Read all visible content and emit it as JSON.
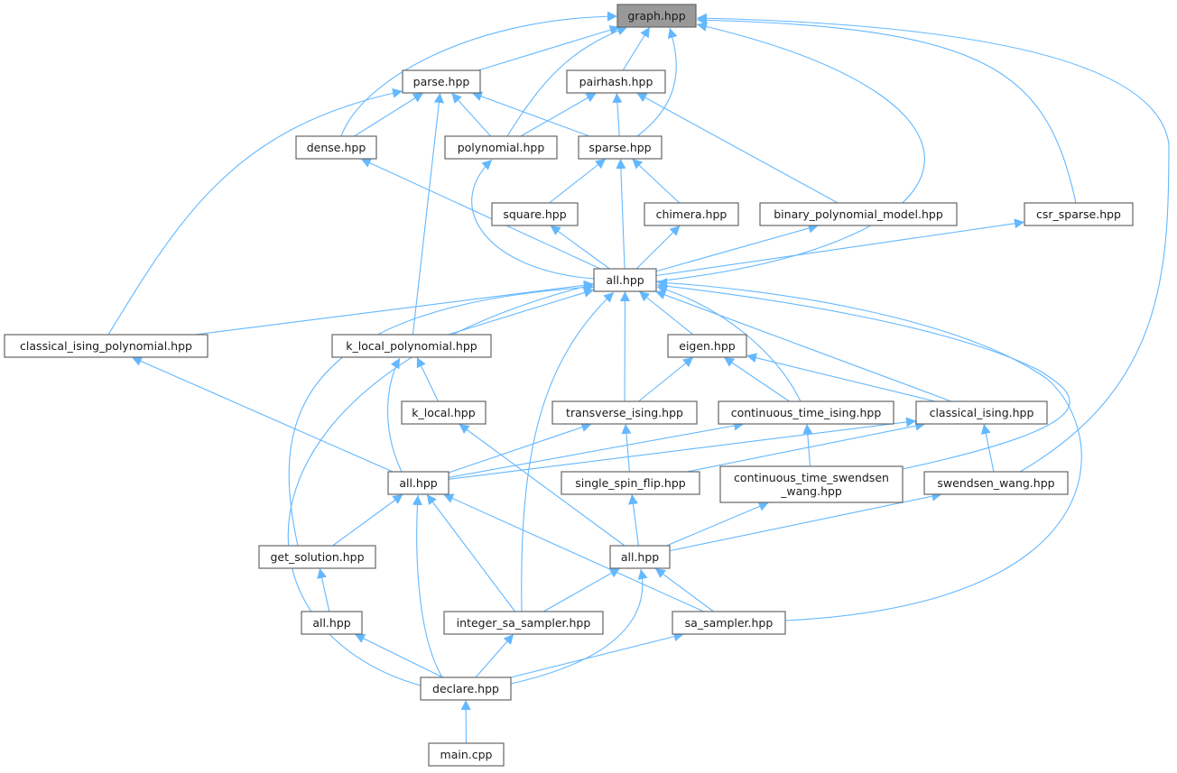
{
  "title": "graph.hpp",
  "colors": {
    "edge": "#63b8ff",
    "root_fill": "#999999",
    "node_border": "#666666"
  },
  "nodes": {
    "graph": {
      "label": "graph.hpp"
    },
    "parse": {
      "label": "parse.hpp"
    },
    "pairhash": {
      "label": "pairhash.hpp"
    },
    "dense": {
      "label": "dense.hpp"
    },
    "polynomial": {
      "label": "polynomial.hpp"
    },
    "sparse": {
      "label": "sparse.hpp"
    },
    "square": {
      "label": "square.hpp"
    },
    "chimera": {
      "label": "chimera.hpp"
    },
    "bpm": {
      "label": "binary_polynomial_model.hpp"
    },
    "csr": {
      "label": "csr_sparse.hpp"
    },
    "all1": {
      "label": "all.hpp"
    },
    "cip": {
      "label": "classical_ising_polynomial.hpp"
    },
    "klp": {
      "label": "k_local_polynomial.hpp"
    },
    "eigen": {
      "label": "eigen.hpp"
    },
    "klocal": {
      "label": "k_local.hpp"
    },
    "tising": {
      "label": "transverse_ising.hpp"
    },
    "ctising": {
      "label": "continuous_time_ising.hpp"
    },
    "cising": {
      "label": "classical_ising.hpp"
    },
    "all2": {
      "label": "all.hpp"
    },
    "ssf": {
      "label": "single_spin_flip.hpp"
    },
    "ctsw": {
      "label": "continuous_time_swendsen",
      "label2": "_wang.hpp"
    },
    "sw": {
      "label": "swendsen_wang.hpp"
    },
    "getsol": {
      "label": "get_solution.hpp"
    },
    "all3": {
      "label": "all.hpp"
    },
    "all4": {
      "label": "all.hpp"
    },
    "isa": {
      "label": "integer_sa_sampler.hpp"
    },
    "sa": {
      "label": "sa_sampler.hpp"
    },
    "declare": {
      "label": "declare.hpp"
    },
    "main": {
      "label": "main.cpp"
    }
  },
  "edges": [
    [
      "parse",
      "graph"
    ],
    [
      "dense",
      "graph"
    ],
    [
      "polynomial",
      "graph"
    ],
    [
      "pairhash",
      "graph"
    ],
    [
      "sparse",
      "graph"
    ],
    [
      "all1",
      "graph"
    ],
    [
      "csr",
      "graph"
    ],
    [
      "sw",
      "graph"
    ],
    [
      "dense",
      "parse"
    ],
    [
      "polynomial",
      "parse"
    ],
    [
      "sparse",
      "parse"
    ],
    [
      "cip",
      "parse"
    ],
    [
      "klp",
      "parse"
    ],
    [
      "polynomial",
      "pairhash"
    ],
    [
      "sparse",
      "pairhash"
    ],
    [
      "bpm",
      "pairhash"
    ],
    [
      "all1",
      "dense"
    ],
    [
      "all1",
      "polynomial"
    ],
    [
      "square",
      "sparse"
    ],
    [
      "chimera",
      "sparse"
    ],
    [
      "all1",
      "sparse"
    ],
    [
      "all1",
      "square"
    ],
    [
      "all1",
      "chimera"
    ],
    [
      "all1",
      "bpm"
    ],
    [
      "all1",
      "csr"
    ],
    [
      "cip",
      "all1"
    ],
    [
      "klp",
      "all1"
    ],
    [
      "eigen",
      "all1"
    ],
    [
      "tising",
      "all1"
    ],
    [
      "ctising",
      "all1"
    ],
    [
      "cising",
      "all1"
    ],
    [
      "ctsw",
      "all1"
    ],
    [
      "getsol",
      "all1"
    ],
    [
      "declare",
      "all1"
    ],
    [
      "isa",
      "all1"
    ],
    [
      "sa",
      "all1"
    ],
    [
      "all2",
      "cip"
    ],
    [
      "all2",
      "klp"
    ],
    [
      "klocal",
      "klp"
    ],
    [
      "tising",
      "eigen"
    ],
    [
      "ctising",
      "eigen"
    ],
    [
      "cising",
      "eigen"
    ],
    [
      "all2",
      "tising"
    ],
    [
      "all2",
      "ctising"
    ],
    [
      "all2",
      "cising"
    ],
    [
      "ssf",
      "tising"
    ],
    [
      "ssf",
      "cising"
    ],
    [
      "ctsw",
      "ctising"
    ],
    [
      "sw",
      "cising"
    ],
    [
      "all3",
      "klocal"
    ],
    [
      "all3",
      "ssf"
    ],
    [
      "all3",
      "ctsw"
    ],
    [
      "all3",
      "sw"
    ],
    [
      "getsol",
      "all2"
    ],
    [
      "isa",
      "all2"
    ],
    [
      "sa",
      "all2"
    ],
    [
      "declare",
      "all2"
    ],
    [
      "all4",
      "getsol"
    ],
    [
      "isa",
      "all3"
    ],
    [
      "sa",
      "all3"
    ],
    [
      "declare",
      "all3"
    ],
    [
      "declare",
      "all4"
    ],
    [
      "declare",
      "isa"
    ],
    [
      "declare",
      "sa"
    ],
    [
      "main",
      "declare"
    ]
  ]
}
